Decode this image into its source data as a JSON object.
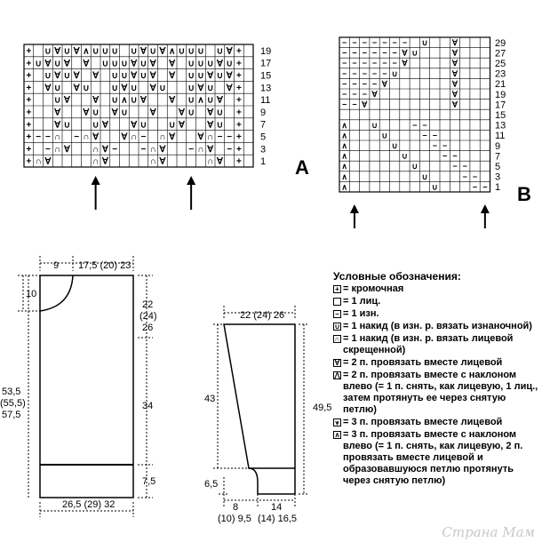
{
  "chart_a": {
    "label": "A",
    "rows": 10,
    "cols": 24,
    "row_numbers": [
      "19",
      "17",
      "15",
      "13",
      "11",
      "9",
      "7",
      "5",
      "3",
      "1"
    ],
    "cells": [
      "+ ∪∀∪∀∧∪∪∪ ∪∀∪∀∧∪∪∪ ∪∀+",
      "+∪∀∪∀ ∀ ∪∪∪∀∪∀ ∀ ∪∪∪∀∪+",
      "+ ∪∀∪∀ ∀ ∪∪∀∪∀ ∀ ∪∪∀∪∀+",
      "+ ∀∪ ∀∪  ∪∀∪ ∀∪  ∪∀∪ ∀+",
      "+  ∪∀  ∀ ∪∧∪∀  ∀ ∪∧∪∀ +",
      "+  ∀  ∀∪ ∀∪  ∀  ∀∪ ∀∪ +",
      "+  ∀∪  ∪∀  ∀∪  ∪∀  ∀∪ +",
      "+−−∩ −∩∀  ∀∩− ∩∀  ∀∩−−+",
      "+ −∩∀  ∩∀−  −∩∀  −∩∀ −+",
      "+∩∀    ∩∀    ∩∀    ∩∀ +"
    ],
    "arrow_cols": [
      7,
      17
    ]
  },
  "chart_b": {
    "label": "B",
    "rows": 15,
    "cols": 15,
    "row_numbers": [
      "29",
      "27",
      "25",
      "23",
      "21",
      "19",
      "17",
      "15",
      "13",
      "11",
      "9",
      "7",
      "5",
      "3",
      "1"
    ],
    "cells": [
      "−−−−−−− ∪  ∀   ",
      "−−−−−−∀∪   ∀   ",
      "−−−−−−∀    ∀   ",
      "−−−−−∪     ∀   ",
      "−−−−∀      ∀   ",
      "−−−∀       ∀   ",
      "−−∀        ∀   ",
      "               ",
      "∧  ∪   −−      ",
      "∧   ∪   −−     ",
      "∧    ∪   −−    ",
      "∧     ∪   −−   ",
      "∧      ∪   −−  ",
      "∧       ∪   −− ",
      "∧        ∪   −−"
    ],
    "arrow_cols": [
      1,
      14
    ]
  },
  "back_pattern": {
    "top_left_width": "9",
    "top_right_width": "17,5 (20) 23",
    "neck_depth": "10",
    "armhole_depth": [
      "22",
      "(24)",
      "26"
    ],
    "total_length": [
      "53,5",
      "(55,5)",
      "57,5"
    ],
    "body_length": "34",
    "hem_depth": "7,5",
    "bottom_width": "26,5 (29) 32"
  },
  "sleeve_pattern": {
    "top_width": "22 (24) 26",
    "left_length": "43",
    "right_length": "49,5",
    "cuff_depth": "6,5",
    "bottom_left": [
      "8",
      "(10) 9,5"
    ],
    "bottom_right": [
      "14",
      "(14) 16,5"
    ]
  },
  "legend": {
    "title": "Условные обозначения:",
    "items": [
      {
        "icon": "edge-stitch-icon",
        "symbol": "+",
        "text": "= кромочная"
      },
      {
        "icon": "knit-icon",
        "symbol": "",
        "text": "= 1 лиц."
      },
      {
        "icon": "purl-icon",
        "symbol": "−",
        "text": "= 1 изн."
      },
      {
        "icon": "yarn-over-purl-icon",
        "symbol": "∪",
        "text": "= 1 накид (в изн. р. вязать изнаночной)"
      },
      {
        "icon": "yarn-over-twisted-icon",
        "symbol": "∩",
        "text": "= 1 накид (в изн. р. вязать лице­вой скрещенной)"
      },
      {
        "icon": "k2tog-icon",
        "symbol": "∀",
        "text": "= 2 п. провязать вместе лицевой"
      },
      {
        "icon": "ssk-icon",
        "symbol": "⋀",
        "text": "= 2 п. провязать вместе с накло­ном влево (= 1 п. снять, как лицевую, 1 лиц., затем протянуть ее через снятую петлю)"
      },
      {
        "icon": "k3tog-icon",
        "symbol": "⩛",
        "text": "= 3 п. провязать вместе лицевой"
      },
      {
        "icon": "sk2p-icon",
        "symbol": "∧",
        "text": "= 3 п. провязать вместе с накло­ном влево (= 1 п. снять, как лицевую, 2 п. провязать вместе лицевой и образовавшуюся петлю протянуть через снятую петлю)"
      }
    ]
  },
  "watermark": "Страна Мам"
}
